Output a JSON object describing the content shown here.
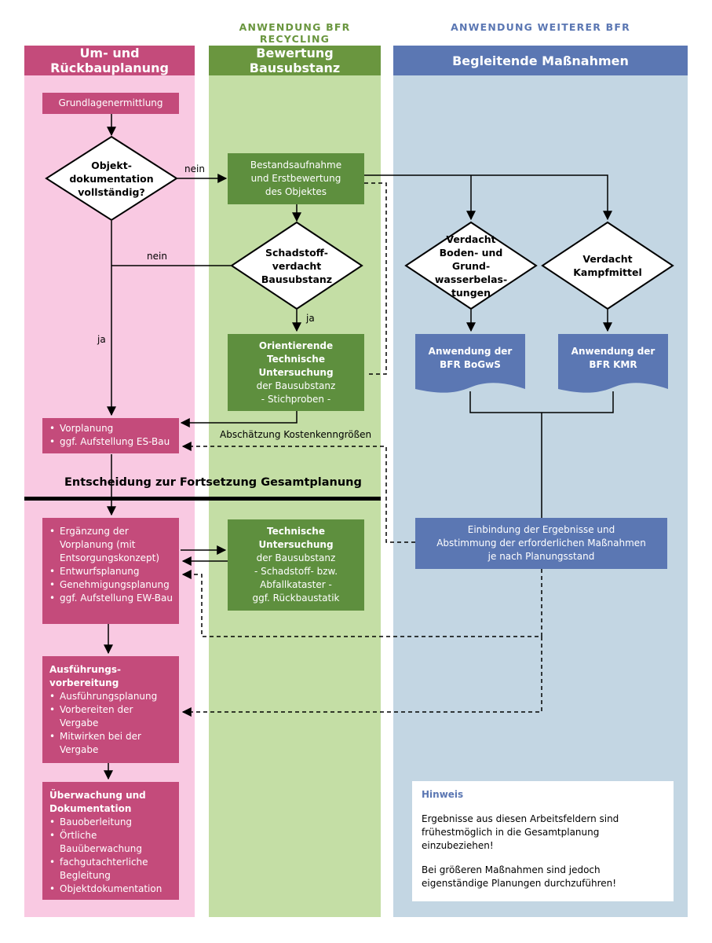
{
  "supra_headings": {
    "recycling": "ANWENDUNG BFR RECYCLING",
    "weitere": "ANWENDUNG WEITERER BFR"
  },
  "lanes": {
    "planung": {
      "title": "Um- und Rückbauplanung"
    },
    "bewertung": {
      "title": "Bewertung Bausubstanz"
    },
    "massnahmen": {
      "title": "Begleitende Maßnahmen"
    }
  },
  "colors": {
    "pink_lane": "#f9c9e2",
    "pink_box": "#c44b7b",
    "green_lane": "#c4dea5",
    "green_box": "#5e8f3e",
    "blue_lane": "#c3d6e3",
    "blue_box": "#5b77b3",
    "pink_head": "#c44b7b",
    "green_head": "#6a963f",
    "blue_head": "#5b77b3"
  },
  "nodes": {
    "grundlagen": "Grundlagenermittlung",
    "objektdoku": [
      "Objekt-",
      "dokumentation",
      "vollständig?"
    ],
    "bestand": [
      "Bestandsaufnahme",
      "und Erstbewertung",
      "des Objektes"
    ],
    "schadstoff": [
      "Schadstoff-",
      "verdacht",
      "Bausubstanz"
    ],
    "orientierend": {
      "bold": [
        "Orientierende",
        "Technische",
        "Untersuchung"
      ],
      "normal": [
        "der Bausubstanz",
        "- Stichproben -"
      ]
    },
    "boden": [
      "Verdacht",
      "Boden- und Grund-",
      "wasserbelas-",
      "tungen"
    ],
    "kampf": [
      "Verdacht",
      "Kampfmittel"
    ],
    "bogws": [
      "Anwendung der",
      "BFR BoGwS"
    ],
    "kmr": [
      "Anwendung der",
      "BFR KMR"
    ],
    "vorplanung": [
      "Vorplanung",
      "ggf. Aufstellung ES-Bau"
    ],
    "entscheidung": "Entscheidung zur Fortsetzung Gesamtplanung",
    "ergaenzung": [
      "Ergänzung der Vorplanung (mit Entsorgungskonzept)",
      "Entwurfsplanung",
      "Genehmigungsplanung",
      "ggf. Aufstellung EW-Bau"
    ],
    "technische": {
      "bold": [
        "Technische",
        "Untersuchung"
      ],
      "normal": [
        "der Bausubstanz",
        "- Schadstoff- bzw.",
        "Abfallkataster -",
        "ggf. Rückbaustatik"
      ]
    },
    "einbindung": [
      "Einbindung der Ergebnisse und",
      "Abstimmung der erforderlichen Maßnahmen",
      "je nach Planungsstand"
    ],
    "ausfuehrung": {
      "title": "Ausführungs-vorbereitung",
      "items": [
        "Ausführungsplanung",
        "Vorbereiten der Vergabe",
        "Mitwirken bei der Vergabe"
      ]
    },
    "ueberwachung": {
      "title": "Überwachung und Dokumentation",
      "items": [
        "Bauoberleitung",
        "Örtliche Bauüberwachung",
        "fachgutachterliche Begleitung",
        "Objektdokumentation"
      ]
    }
  },
  "edge_labels": {
    "nein1": "nein",
    "nein2": "nein",
    "ja1": "ja",
    "ja2": "ja",
    "kosten": "Abschätzung Kostenkenngrößen"
  },
  "hinweis": {
    "title": "Hinweis",
    "p1": "Ergebnisse aus diesen Arbeitsfeldern sind frühestmöglich in die Gesamtplanung einzubeziehen!",
    "p2": "Bei größeren Maßnahmen sind jedoch eigenständige Planungen durchzuführen!"
  }
}
